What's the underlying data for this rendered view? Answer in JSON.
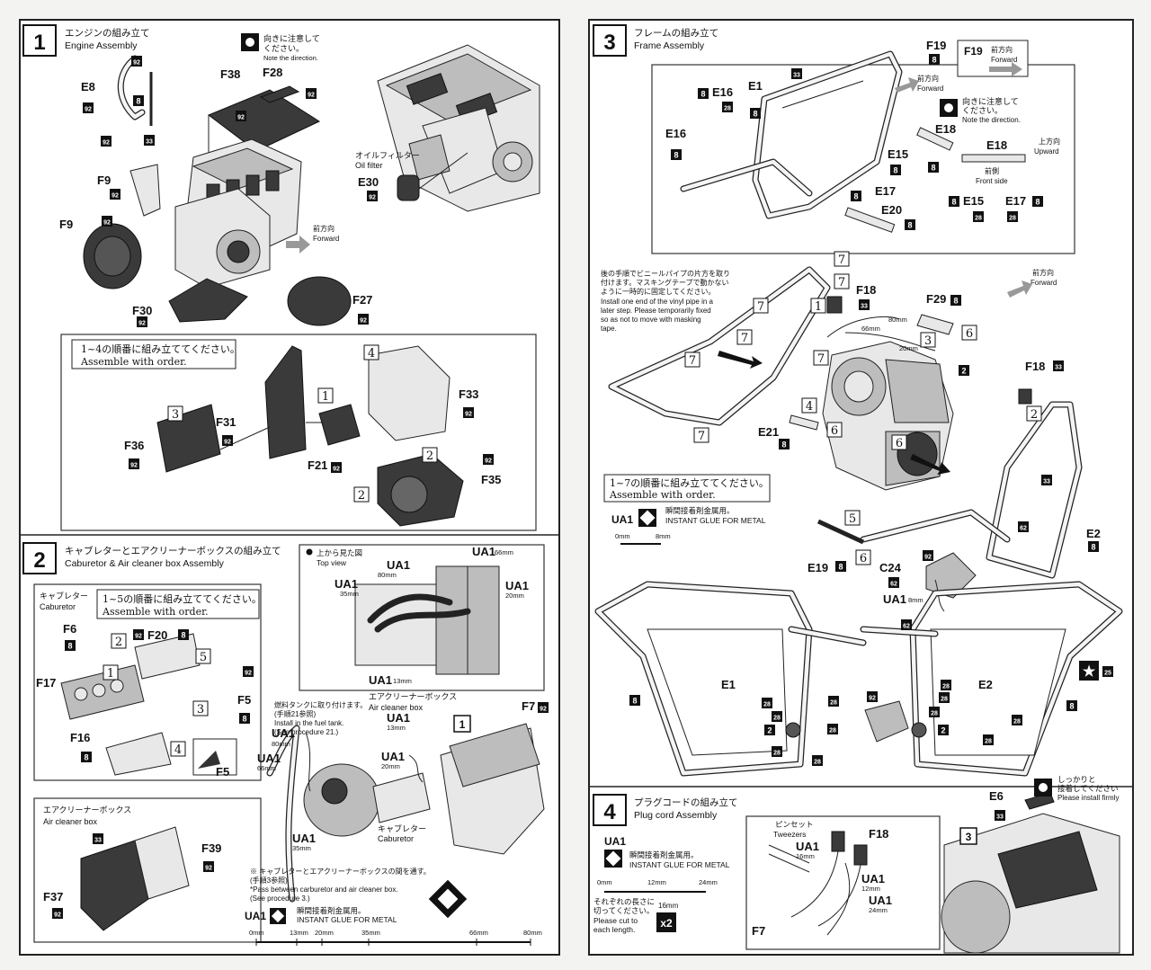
{
  "steps": [
    {
      "number": "1",
      "title_jp": "エンジンの組み立て",
      "title_en": "Engine Assembly"
    },
    {
      "number": "2",
      "title_jp": "キャブレターとエアクリーナーボックスの組み立て",
      "title_en": "Caburetor & Air cleaner box Assembly"
    },
    {
      "number": "3",
      "title_jp": "フレームの組み立て",
      "title_en": "Frame Assembly"
    },
    {
      "number": "4",
      "title_jp": "プラグコードの組み立て",
      "title_en": "Plug cord Assembly"
    }
  ],
  "notes": {
    "direction_jp": "向きに注意して",
    "direction_jp2": "ください。",
    "direction_en": "Note the direction.",
    "order14_jp": "1~4の順番に組み立ててください。",
    "order14_en": "Assemble with order.",
    "order15_jp": "1~5の順番に組み立ててください。",
    "order15_en": "Assemble with order.",
    "order17_jp": "1~7の順番に組み立ててください。",
    "order17_en": "Assemble with order.",
    "forward_jp": "前方向",
    "forward_en": "Forward",
    "upward_jp": "上方向",
    "upward_en": "Upward",
    "front_jp": "前側",
    "front_en": "Front side",
    "oilfilter_jp": "オイルフィルター",
    "oilfilter_en": "Oil filter",
    "carb_jp": "キャブレター",
    "carb_en": "Caburetor",
    "aircleaner_jp": "エアクリーナーボックス",
    "aircleaner_en": "Air cleaner box",
    "topview_jp": "上から見た図",
    "topview_en": "Top view",
    "glue_jp": "瞬間接着剤金属用。",
    "glue_en": "INSTANT GLUE   FOR METAL",
    "glue3_en": "INSTANT GLUE   FOR METAL",
    "fueltank_jp": "燃料タンクに取り付けます。",
    "fueltank_jp2": "(手順21参照)",
    "fueltank_en": "Install in the fuel tank.",
    "fueltank_en2": "(See procedure 21.)",
    "pass_jp": "※ キャブレターとエアクリーナーボックスの間を通す。",
    "pass_jp2": "(手順3参照)",
    "pass_en": "*Pass between carburetor and air cleaner box.",
    "pass_en2": "(See procedure 3.)",
    "vinyl_jp1": "後の手順でビニールパイプの片方を取り",
    "vinyl_jp2": "付けます。マスキングテープで動かない",
    "vinyl_jp3": "ように一時的に固定してください。",
    "vinyl_en1": "Install one end of the vinyl pipe in a",
    "vinyl_en2": "later step. Please temporarily fixed",
    "vinyl_en3": "so as not to move with masking",
    "vinyl_en4": "tape.",
    "tweezers_jp": "ピンセット",
    "tweezers_en": "Tweezers",
    "firmly_jp": "しっかりと",
    "firmly_jp2": "接着してください",
    "firmly_en": "Please install firmly",
    "cut_jp1": "それぞれの長さに",
    "cut_jp2": "切ってください。",
    "cut_en1": "Please cut to",
    "cut_en2": "each length.",
    "x2": "x2"
  },
  "labels": {
    "E1": "E1",
    "E2": "E2",
    "E6": "E6",
    "E8": "E8",
    "E15": "E15",
    "E16": "E16",
    "E17": "E17",
    "E18": "E18",
    "E19": "E19",
    "E20": "E20",
    "E21": "E21",
    "F5": "F5",
    "F6": "F6",
    "F7": "F7",
    "F9": "F9",
    "F16": "F16",
    "F17": "F17",
    "F18": "F18",
    "F19": "F19",
    "F20": "F20",
    "F21": "F21",
    "F27": "F27",
    "F28": "F28",
    "F29": "F29",
    "F30": "F30",
    "F31": "F31",
    "F33": "F33",
    "F35": "F35",
    "F36": "F36",
    "F37": "F37",
    "F38": "F38",
    "F39": "F39",
    "E30": "E30",
    "C24": "C24",
    "UA1": "UA1"
  },
  "badges": [
    "2",
    "8",
    "25",
    "28",
    "33",
    "62",
    "92"
  ],
  "order_marks": [
    "1",
    "2",
    "3",
    "4",
    "5",
    "6",
    "7"
  ],
  "measures": {
    "m66": "66mm",
    "m80": "80mm",
    "m20": "20mm",
    "m35": "35mm",
    "m13": "13mm",
    "m8": "8mm",
    "m16": "16mm",
    "m12": "12mm",
    "m24": "24mm",
    "m0": "0mm"
  },
  "ruler2": [
    "0mm",
    "13mm",
    "20mm",
    "35mm",
    "66mm",
    "80mm"
  ],
  "ruler3": [
    "0mm",
    "8mm"
  ],
  "ruler4": [
    "0mm",
    "12mm",
    "24mm"
  ]
}
